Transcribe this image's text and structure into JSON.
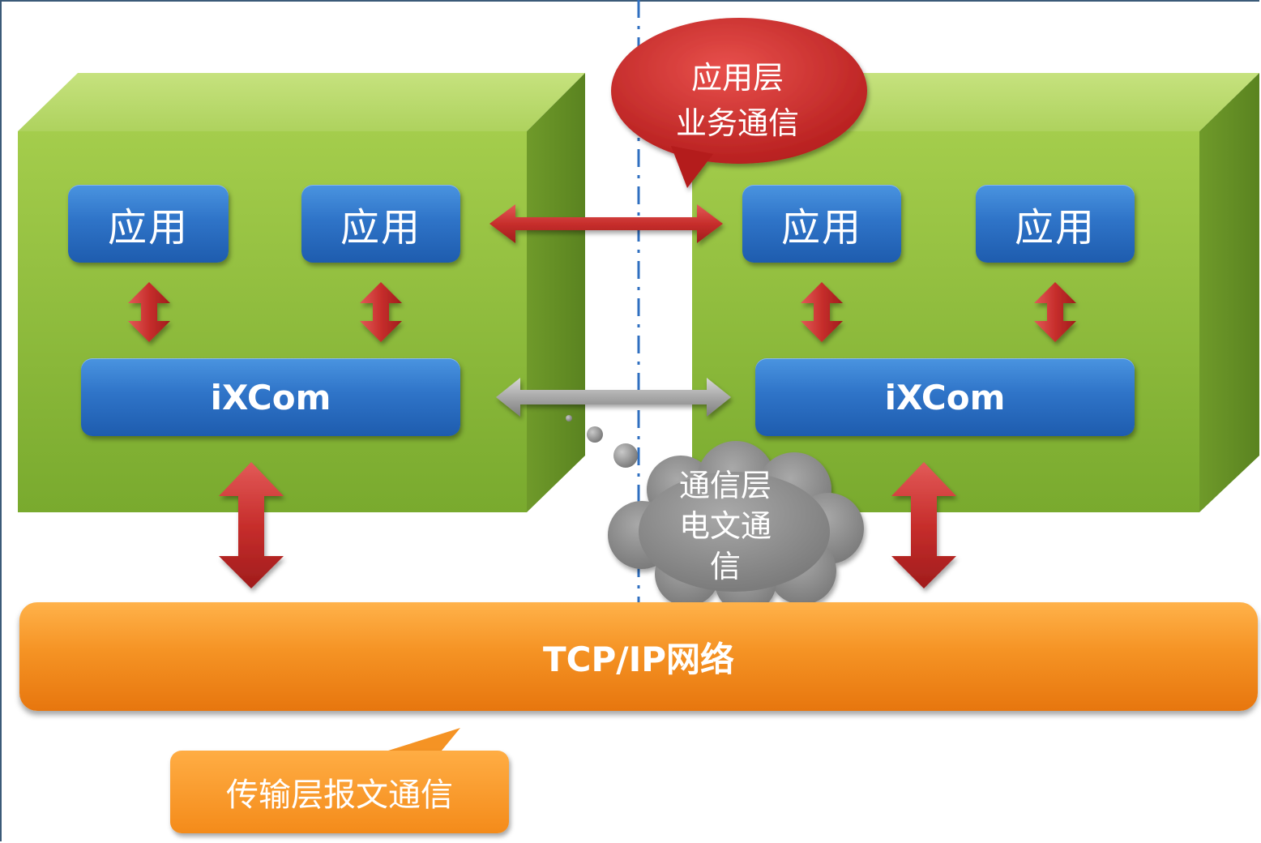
{
  "diagram": {
    "app_label": "应用",
    "ixcom_label": "iXCom",
    "network_label": "TCP/IP网络",
    "transport_label": "传输层报文通信",
    "application_callout": "应用层\n业务通信",
    "communication_callout": "通信层\n电文通\n信"
  },
  "colors": {
    "block_green": "#8fbf3c",
    "app_blue": "#2f74c8",
    "network_orange": "#f59324",
    "arrow_red": "#c0282a",
    "arrow_gray": "#9a9a9a",
    "divider_blue": "#2f6fc0"
  }
}
